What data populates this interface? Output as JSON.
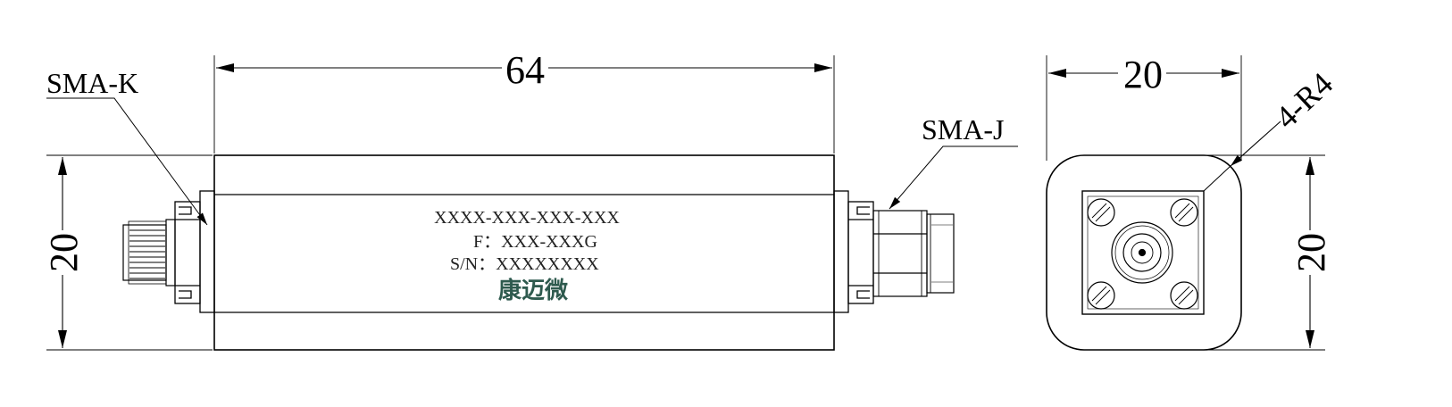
{
  "dimensions": {
    "length": "64",
    "height_left": "20",
    "width_end": "20",
    "height_end": "20",
    "corner_radius": "4-R4"
  },
  "connectors": {
    "left": "SMA-K",
    "right": "SMA-J"
  },
  "label": {
    "model": "XXXX-XXX-XXX-XXX",
    "frequency": "F：XXX-XXXG",
    "serial": "S/N：XXXXXXXX",
    "brand": "康迈微",
    "brand_color": "#2e5a4e"
  },
  "colors": {
    "line": "#000000",
    "background": "#ffffff"
  }
}
